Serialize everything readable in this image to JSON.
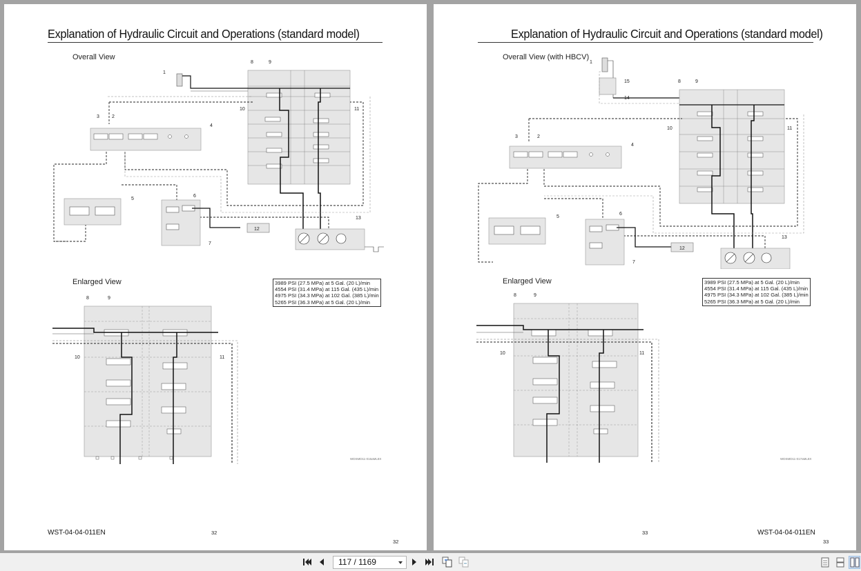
{
  "viewer": {
    "background": "#a3a3a3",
    "layout_mode": "two-page"
  },
  "pages": [
    {
      "title": "Explanation of Hydraulic Circuit and Operations (standard model)",
      "overall_view_label": "Overall View",
      "enlarged_view_label": "Enlarged View",
      "spec_lines": [
        "3989 PSI (27.5 MPa) at 5 Gal. (20 L)/min",
        "4554 PSI (31.4 MPa) at 115 Gal. (435 L)/min",
        "4975 PSI (34.3 MPa) at 102 Gal. (385 L)/min",
        "5265 PSI (36.3 MPa) at 5 Gal. (20 L)/min"
      ],
      "figure_id": "WDSMD11-016aML8X",
      "doc_code": "WST-04-04-011EN",
      "page_number_center": "32",
      "page_number_corner": "32",
      "callouts": {
        "c1": "1",
        "c2": "2",
        "c3": "3",
        "c4": "4",
        "c5": "5",
        "c6": "6",
        "c7": "7",
        "c8": "8",
        "c9": "9",
        "c10": "10",
        "c11": "11",
        "c12": "12",
        "c13": "13"
      }
    },
    {
      "title": "Explanation of Hydraulic Circuit and Operations (standard model)",
      "overall_view_label": "Overall View (with HBCV)",
      "enlarged_view_label": "Enlarged View",
      "spec_lines": [
        "3989 PSI (27.5 MPa) at 5 Gal. (20 L)/min",
        "4554 PSI (31.4 MPa) at 115 Gal. (435 L)/min",
        "4975 PSI (34.3 MPa) at 102 Gal. (385 L)/min",
        "5265 PSI (36.3 MPa) at 5 Gal. (20 L)/min"
      ],
      "figure_id": "WDSMD11-017aML8X",
      "doc_code": "WST-04-04-011EN",
      "page_number_center": "33",
      "page_number_corner": "33",
      "callouts": {
        "c1": "1",
        "c2": "2",
        "c3": "3",
        "c4": "4",
        "c5": "5",
        "c6": "6",
        "c7": "7",
        "c8": "8",
        "c9": "9",
        "c10": "10",
        "c11": "11",
        "c12": "12",
        "c13": "13",
        "c14": "14",
        "c15": "15"
      }
    }
  ],
  "toolbar": {
    "first_page_icon": "first-page-icon",
    "prev_page_icon": "previous-page-icon",
    "page_indicator": "117 / 1169",
    "current_page": 117,
    "total_pages": 1169,
    "next_page_icon": "next-page-icon",
    "last_page_icon": "last-page-icon",
    "go_back_icon": "go-back-view-icon",
    "go_forward_icon": "go-forward-view-icon",
    "view_modes": [
      "single-page-view-icon",
      "continuous-view-icon",
      "two-page-view-icon"
    ],
    "active_view_mode": "two-page-view-icon"
  }
}
